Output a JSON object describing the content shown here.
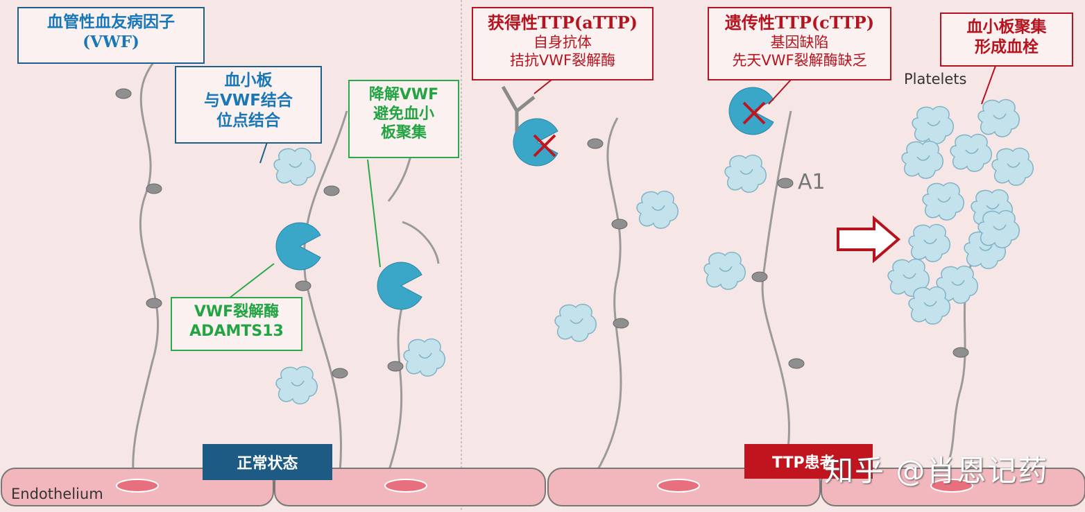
{
  "labels": {
    "vwf": [
      "血管性血友病因子",
      "(VWF)"
    ],
    "binding": [
      "血小板",
      "与VWF结合",
      "位点结合"
    ],
    "degrade": [
      "降解VWF",
      "避免血小",
      "板聚集"
    ],
    "adamts13": [
      "VWF裂解酶",
      "ADAMTS13"
    ],
    "attp": {
      "title": "获得性TTP(aTTP)",
      "lines": [
        "自身抗体",
        "拮抗VWF裂解酶"
      ]
    },
    "cttp": {
      "title": "遗传性TTP(cTTP)",
      "lines": [
        "基因缺陷",
        "先天VWF裂解酶缺乏"
      ]
    },
    "thrombus": [
      "血小板聚集",
      "形成血栓"
    ],
    "platelets": "Platelets",
    "a1": "A1",
    "endothelium": "Endothelium",
    "normal_tag": "正常状态",
    "ttp_tag": "TTP患者",
    "watermark": "知乎 @肖恩记药"
  },
  "colors": {
    "blue_box": "#1f5f8b",
    "green_box": "#2aa94a",
    "red_box": "#b5141e",
    "normal_tag": "#1d5b85",
    "ttp_tag": "#c0141f",
    "enzyme": "#3aa7c8",
    "platelet": "#c3e2ec"
  }
}
